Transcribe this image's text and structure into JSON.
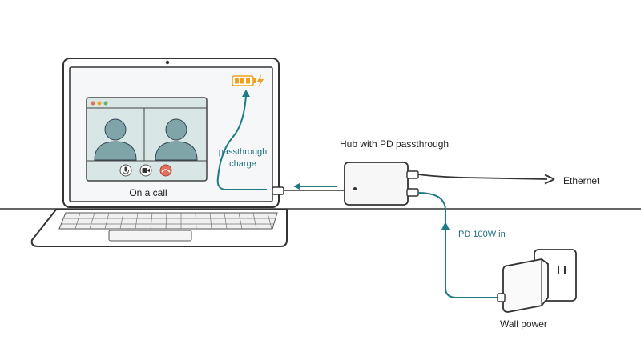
{
  "labels": {
    "on_call": "On a call",
    "passthrough_charge": [
      "passthrough",
      "charge"
    ],
    "hub": "Hub with PD passthrough",
    "ethernet": "Ethernet",
    "pd_in": "PD 100W in",
    "wall_power": "Wall power"
  },
  "colors": {
    "teal": "#1f7a86",
    "battery": "#f0a020",
    "hangup": "#e0705a",
    "screen": "#f5f7f8",
    "call_window": "#d9e6e6",
    "avatar": "#7fa5a8",
    "outline": "#333333"
  },
  "icons": [
    "camera-icon",
    "battery-icon",
    "charging-bolt-icon",
    "mic-icon",
    "video-icon",
    "hangup-icon",
    "ethernet-arrow-icon",
    "plug-icon"
  ]
}
